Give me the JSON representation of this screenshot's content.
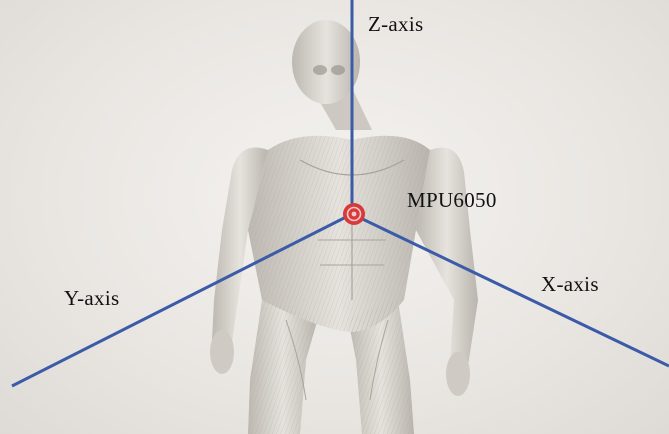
{
  "diagram": {
    "sensor_label": "MPU6050",
    "axes": {
      "z_label": "Z-axis",
      "y_label": "Y-axis",
      "x_label": "X-axis"
    },
    "colors": {
      "axis_line": "#3b5aa8",
      "sensor": "#d63a3a",
      "figure": "#dad6d0",
      "label_text": "#111111"
    },
    "icons": {
      "figure": "human-muscle-figure",
      "sensor": "imu-sensor-icon"
    }
  }
}
